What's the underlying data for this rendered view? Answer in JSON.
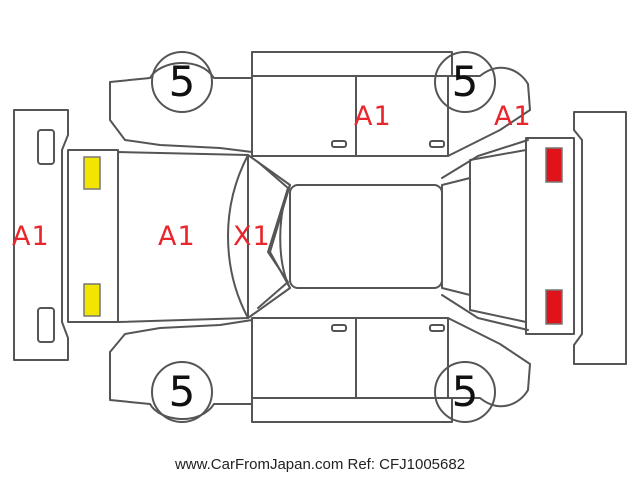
{
  "diagram": {
    "labels": {
      "front_bumper": "A1",
      "hood": "A1",
      "windshield": "X1",
      "right_rear_door": "A1",
      "right_rear_quarter": "A1"
    },
    "tires": {
      "front_left": "5",
      "rear_left": "5",
      "front_right": "5",
      "rear_right": "5"
    },
    "colors": {
      "damage_text": "#e8262b",
      "headlight": "#f2e600",
      "taillight": "#e0121a",
      "outline": "#555555"
    },
    "watermark": "www.CarFromJapan.com Ref: CFJ1005682"
  }
}
